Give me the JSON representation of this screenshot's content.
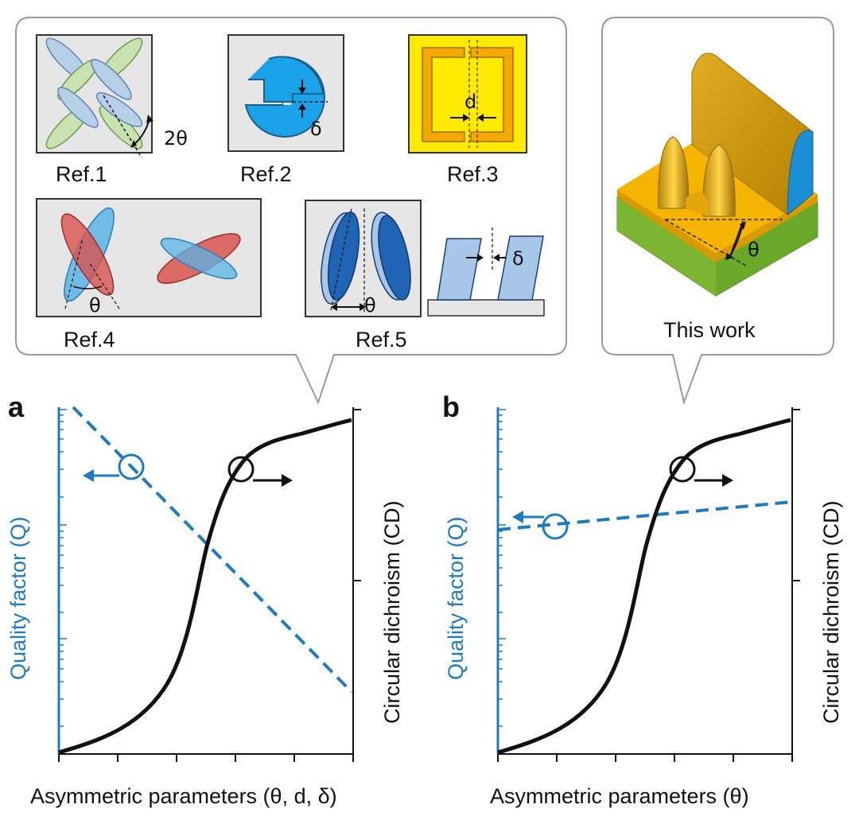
{
  "refs": {
    "ref1": "Ref.1",
    "ref2": "Ref.2",
    "ref3": "Ref.3",
    "ref4": "Ref.4",
    "ref5": "Ref.5",
    "this_work": "This work"
  },
  "symbols": {
    "two_theta": "2θ",
    "delta": "δ",
    "d": "d",
    "theta": "θ"
  },
  "panel_a": {
    "label": "a",
    "ylabel_left": "Quality factor (Q)",
    "ylabel_right": "Circular dichroism (CD)",
    "xlabel": "Asymmetric parameters (θ, d, δ)"
  },
  "panel_b": {
    "label": "b",
    "ylabel_left": "Quality factor (Q)",
    "ylabel_right": "Circular dichroism (CD)",
    "xlabel": "Asymmetric parameters (θ)"
  },
  "colors": {
    "blue": "#1f7bbf",
    "black": "#111111",
    "gold": "#f2b400",
    "green": "#8cc63f",
    "red": "#d9534f",
    "lightblue": "#8fc3e8"
  }
}
